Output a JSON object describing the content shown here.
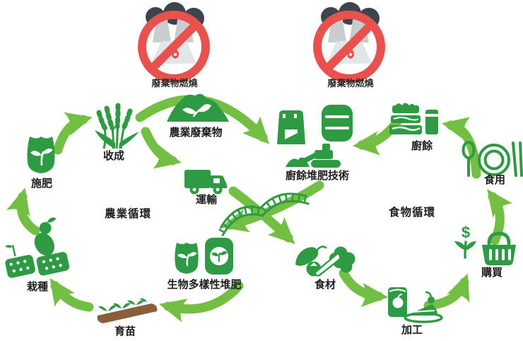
{
  "cycles": [
    {
      "label": "農業循環"
    },
    {
      "label": "食物循環"
    }
  ],
  "prohibition_signs": [
    {
      "label": "廢棄物燃燒",
      "icon": "no-waste-burning-icon"
    },
    {
      "label": "廢棄物燃燒",
      "icon": "no-waste-burning-icon"
    }
  ],
  "nodes": [
    {
      "id": "fertilizing",
      "label": "施肥",
      "icon": "fertilizer-bag-icon"
    },
    {
      "id": "harvest",
      "label": "收成",
      "icon": "rice-plant-icon"
    },
    {
      "id": "agricultural-waste",
      "label": "農業廢棄物",
      "icon": "waste-pile-icon"
    },
    {
      "id": "transport",
      "label": "運輸",
      "icon": "truck-icon"
    },
    {
      "id": "planting",
      "label": "栽種",
      "icon": "farmer-planting-icon"
    },
    {
      "id": "seedling-nursery",
      "label": "育苗",
      "icon": "seedbed-icon"
    },
    {
      "id": "biodiversity-compost",
      "label": "生物多樣性堆肥",
      "icon": "compost-bags-icon"
    },
    {
      "id": "food-waste-compost-tech",
      "label": "廚餘堆肥技術",
      "icon": "compost-plant-icon"
    },
    {
      "id": "food-waste",
      "label": "廚餘",
      "icon": "leftover-containers-icon"
    },
    {
      "id": "eating",
      "label": "食用",
      "icon": "tableware-icon"
    },
    {
      "id": "buying",
      "label": "購買",
      "icon": "shopping-basket-icon"
    },
    {
      "id": "processing",
      "label": "加工",
      "icon": "canned-food-icon"
    },
    {
      "id": "ingredients",
      "label": "食材",
      "icon": "vegetables-icon"
    }
  ],
  "glyphs": {
    "dollar": "$"
  },
  "colors": {
    "icon_green": "#2E9B44",
    "arrow_green": "#72BF44",
    "prohibit_red": "#E8514D",
    "smoke_dark": "#3E444B",
    "factory_gray": "#C9CDD0",
    "factory_light": "#E3E6E8",
    "soil_brown": "#8A5D3B",
    "text_dark": "#1c1c1c"
  }
}
